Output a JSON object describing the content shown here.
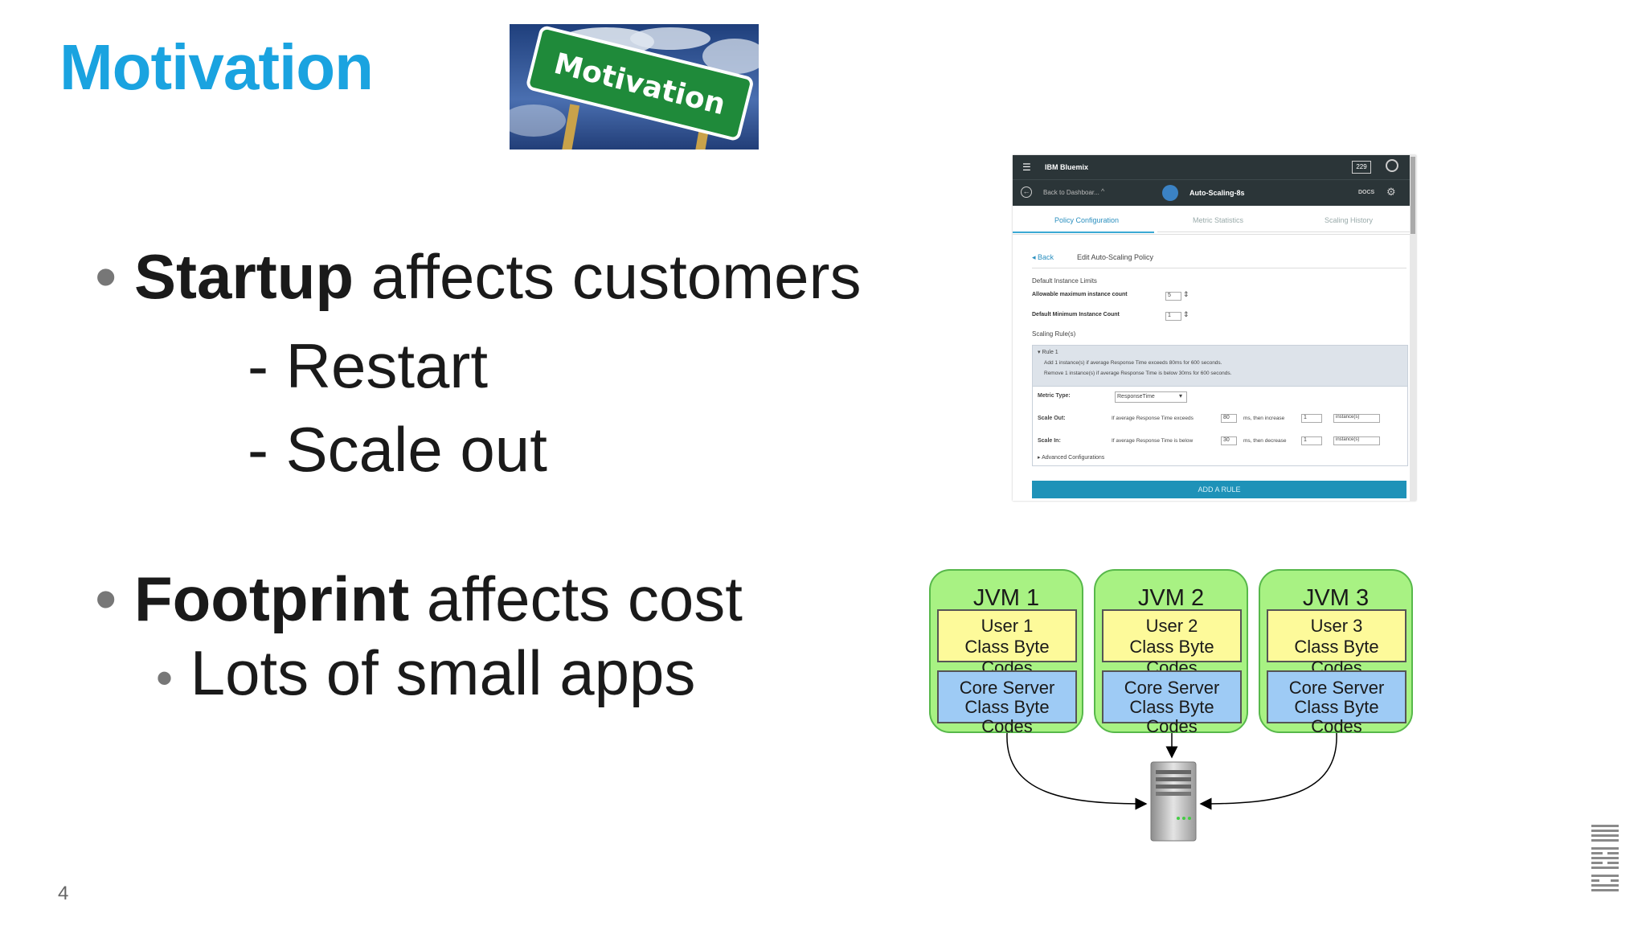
{
  "slide": {
    "title": "Motivation",
    "page_number": "4",
    "sign_text": "Motivation"
  },
  "bullets": {
    "startup_bold": "Startup",
    "startup_rest": " affects customers",
    "restart": "- Restart",
    "scale_out": "- Scale out",
    "footprint_bold": "Footprint",
    "footprint_rest": " affects cost",
    "small_apps": "Lots of small apps",
    "dot": "•"
  },
  "bluemix": {
    "brand": "IBM Bluemix",
    "badge": "229",
    "back": "Back to Dashboar...",
    "app_name": "Auto-Scaling-8s",
    "docs": "DOCS",
    "tabs": [
      "Policy Configuration",
      "Metric Statistics",
      "Scaling History"
    ],
    "back_link": "◂ Back",
    "edit_title": "Edit Auto-Scaling Policy",
    "limits_heading": "Default Instance Limits",
    "max_label": "Allowable maximum instance count",
    "max_value": "5",
    "min_label": "Default Minimum Instance Count",
    "min_value": "1",
    "rules_heading": "Scaling Rule(s)",
    "rule_name": "▾ Rule 1",
    "rule_line1": "Add 1 instance(s) if average Response Time exceeds 80ms for 600 seconds.",
    "rule_line2": "Remove 1 instance(s) if average Response Time is below 30ms for 600 seconds.",
    "metric_label": "Metric Type:",
    "metric_value": "ResponseTime",
    "scaleout_label": "Scale Out:",
    "scaleout_text": "If average Response Time exceeds",
    "scaleout_value": "80",
    "scaleout_then": "ms, then increase",
    "scaleout_count": "1",
    "scalein_label": "Scale In:",
    "scalein_text": "If average Response Time is below",
    "scalein_value": "30",
    "scalein_then": "ms, then decrease",
    "scalein_count": "1",
    "unit": "instance(s)",
    "advanced": "▸ Advanced Configurations",
    "add_rule": "ADD A RULE"
  },
  "diagram": {
    "jvms": [
      {
        "title": "JVM 1",
        "user": "User 1",
        "user_sub": "Class Byte Codes",
        "core": "Core Server",
        "core_sub": "Class Byte Codes"
      },
      {
        "title": "JVM 2",
        "user": "User 2",
        "user_sub": "Class Byte Codes",
        "core": "Core Server",
        "core_sub": "Class Byte Codes"
      },
      {
        "title": "JVM 3",
        "user": "User 3",
        "user_sub": "Class Byte Codes",
        "core": "Core Server",
        "core_sub": "Class Byte Codes"
      }
    ]
  },
  "colors": {
    "title": "#1aa3e0",
    "jvm_fill": "#a8f283",
    "user_fill": "#fdfa9a",
    "core_fill": "#9ecbf5",
    "bluemix_header": "#2b3538",
    "add_rule": "#1e92b8"
  },
  "icons": {
    "menu": "hamburger-icon",
    "back": "back-arrow-icon",
    "settings": "gear-icon",
    "user": "user-circle-icon",
    "server": "server-icon",
    "logo": "ibm-logo"
  }
}
